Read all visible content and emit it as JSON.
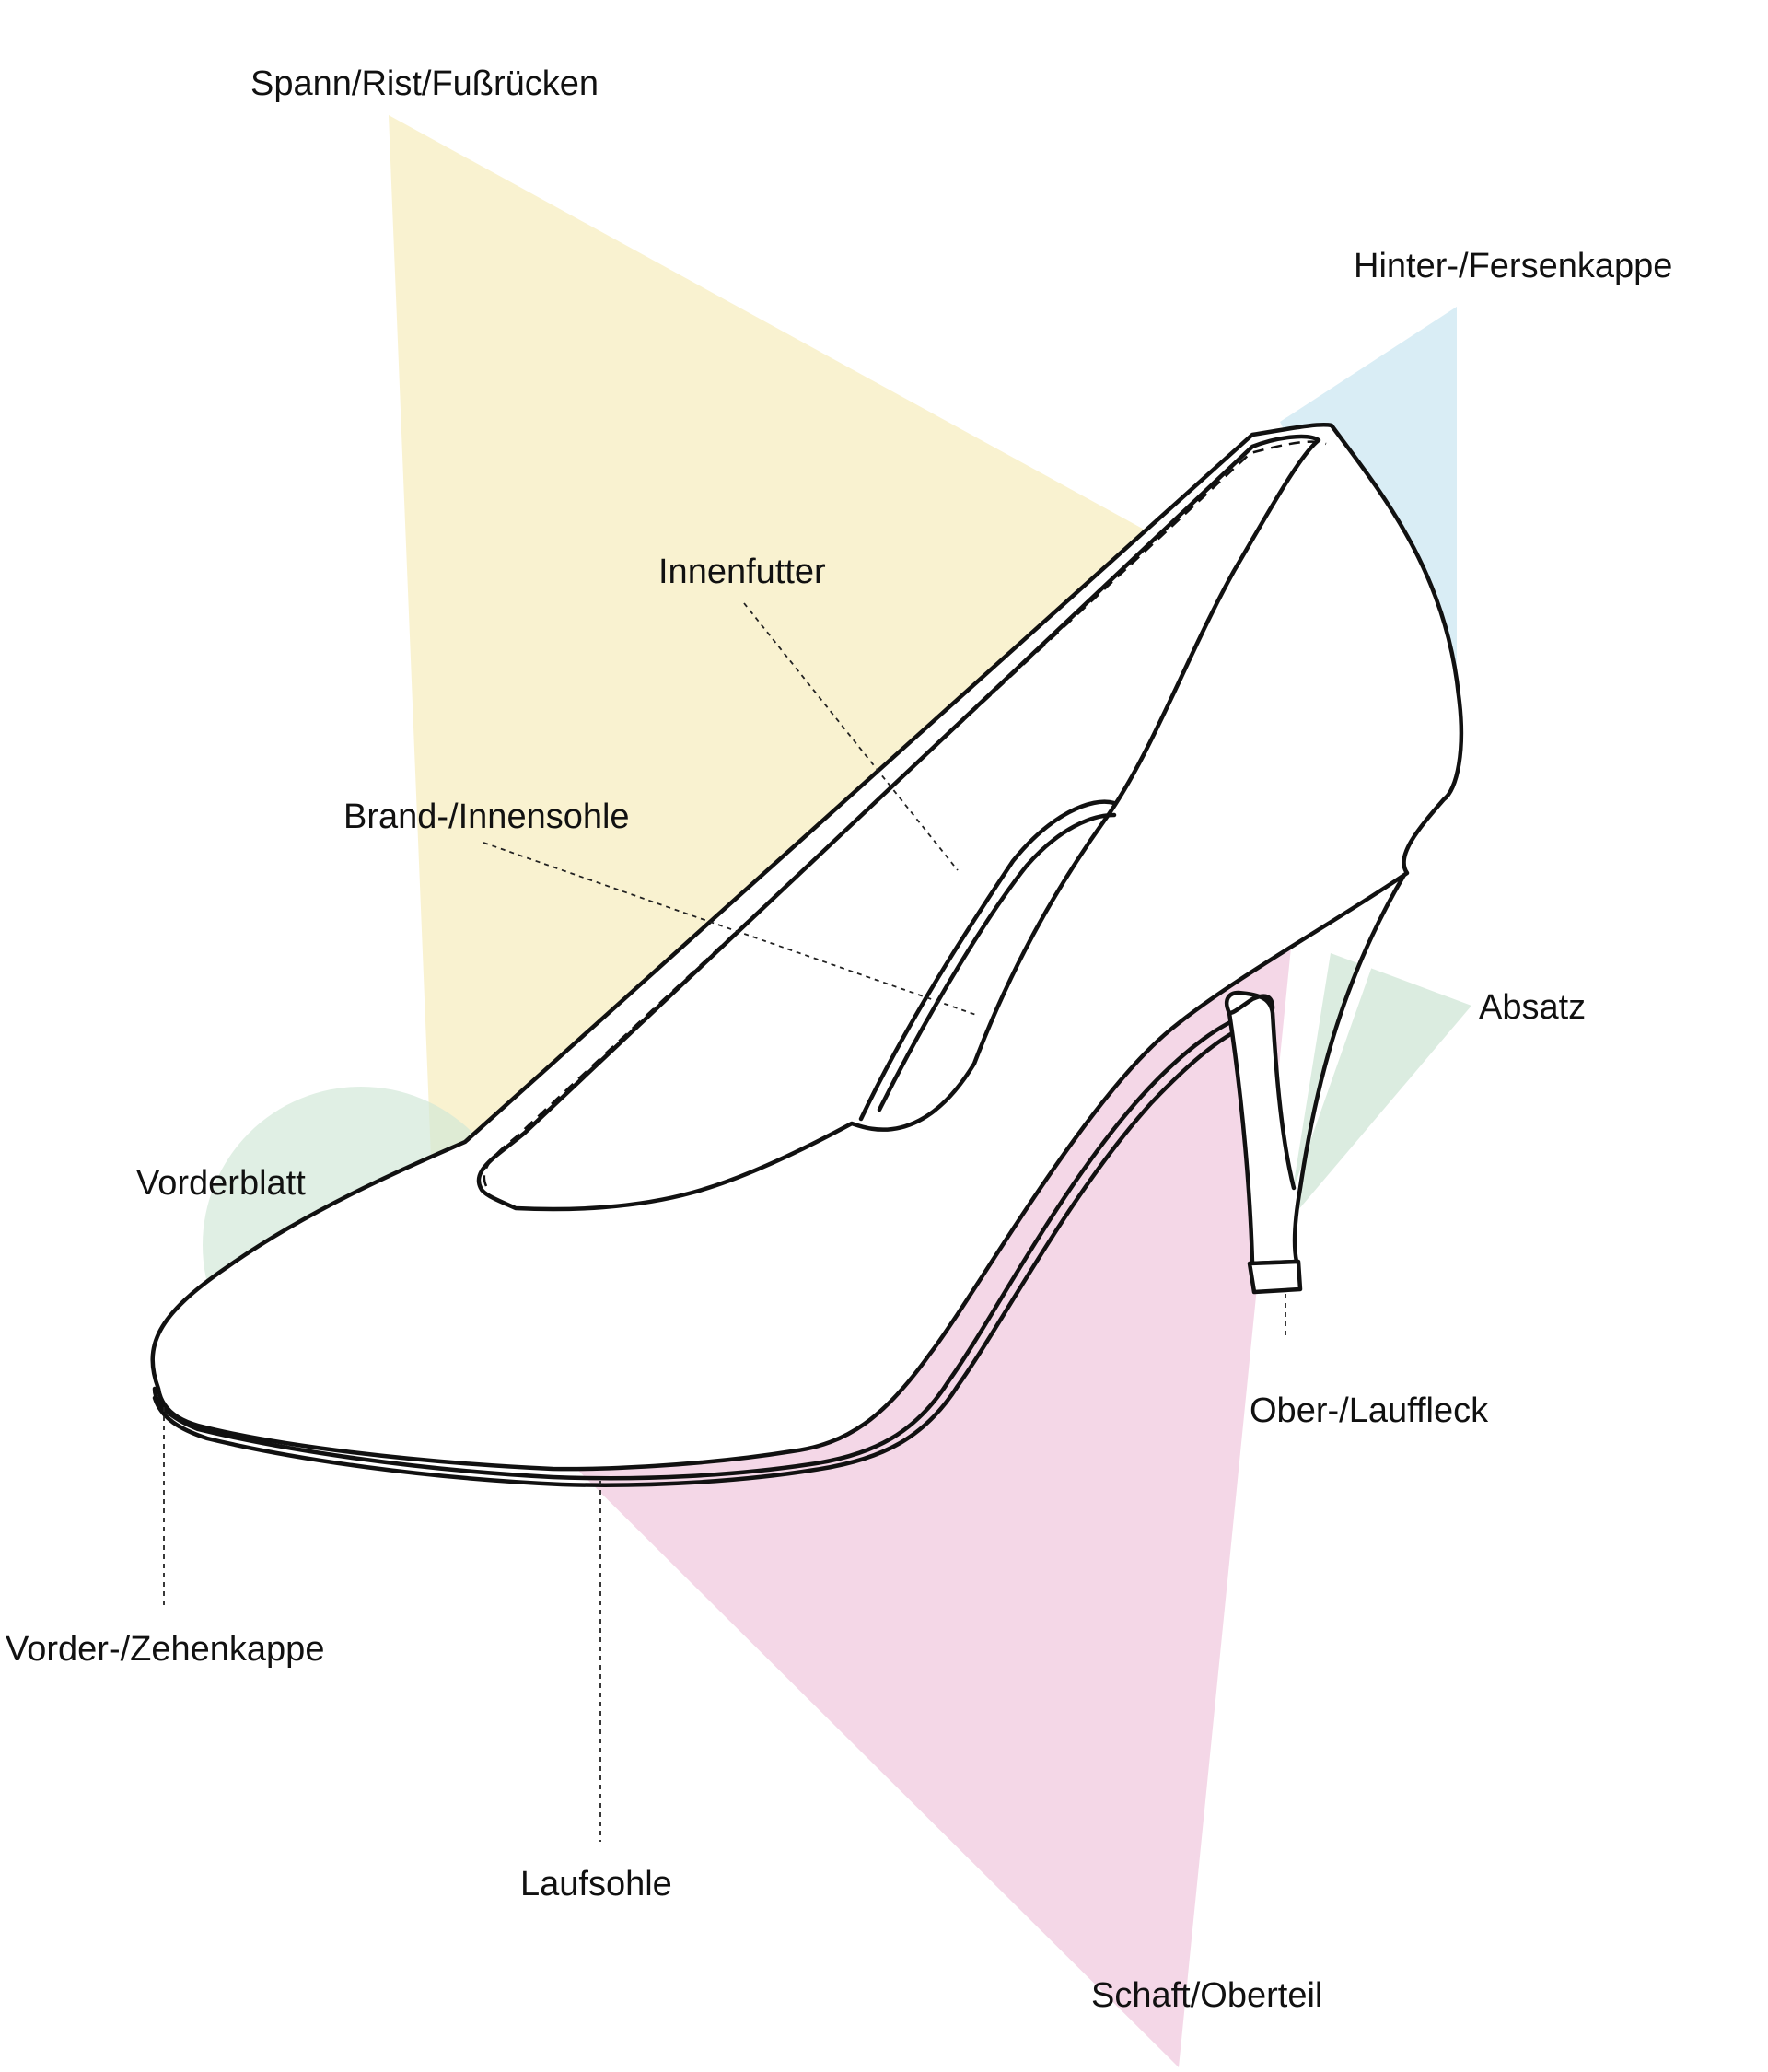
{
  "labels": {
    "spann": "Spann/Rist/Fußrücken",
    "hinterkappe": "Hinter-/Fersenkappe",
    "innenfutter": "Innenfutter",
    "brandsohle": "Brand-/Innensohle",
    "absatz": "Absatz",
    "vorderblatt": "Vorderblatt",
    "oberfleck": "Ober-/Lauffleck",
    "zehenkappe": "Vorder-/Zehenkappe",
    "laufsohle": "Laufsohle",
    "schaft": "Schaft/Oberteil"
  },
  "colors": {
    "yellow_region": "#f8f0c8",
    "blue_region": "#cfe8f2",
    "pink_region": "#f0c9df",
    "green_region": "#cfe6d6",
    "outline": "#111111"
  }
}
